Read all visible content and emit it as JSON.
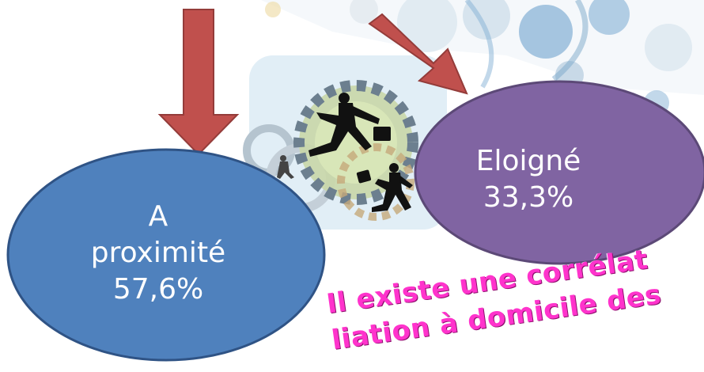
{
  "nodes": {
    "proximite": {
      "label_line1": "A",
      "label_line2": "proximité",
      "label_line3": "57,6%",
      "color": "#4f81bd"
    },
    "eloigne": {
      "label_line1": "Eloigné",
      "label_line2": "33,3%",
      "color": "#8064a2"
    }
  },
  "arrows": {
    "color": "#c0504d"
  },
  "footer": {
    "line1": "Il existe une corrélat",
    "line2": "liation à domicile des",
    "color": "#ff33cc"
  },
  "icons": {
    "illustration": "business-people-gears-icon"
  }
}
